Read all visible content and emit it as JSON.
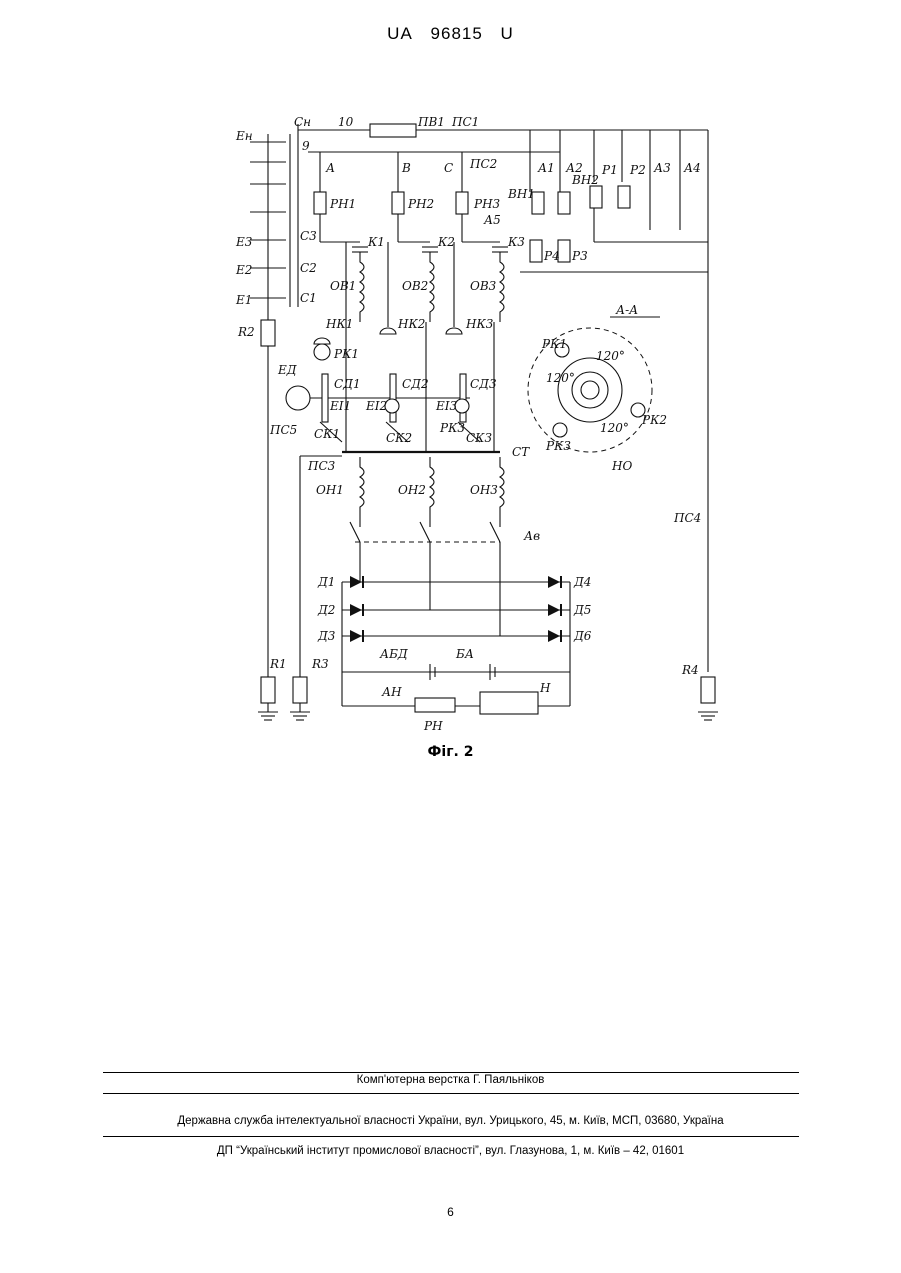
{
  "header": {
    "country": "UA",
    "number": "96815",
    "kind": "U"
  },
  "figure": {
    "caption": "Фіг. 2",
    "labels": {
      "EH": "Ен",
      "E3": "E3",
      "E2": "E2",
      "E1": "E1",
      "CH": "Сн",
      "C3": "C3",
      "C2": "C2",
      "C1": "C1",
      "n10": "10",
      "n9": "9",
      "PV1": "ПВ1",
      "PS1": "ПС1",
      "PS2": "ПС2",
      "PS3": "ПС3",
      "PS4": "ПС4",
      "PS5": "ПС5",
      "A": "А",
      "B": "В",
      "C": "С",
      "RN1": "РН1",
      "RN2": "РН2",
      "RN3": "РН3",
      "VN1": "ВН1",
      "VN2": "ВН2",
      "A1": "А1",
      "A2": "А2",
      "A3": "А3",
      "A4": "А4",
      "A5": "А5",
      "P1": "Р1",
      "P2": "Р2",
      "P3": "Р3",
      "P4": "Р4",
      "K1": "К1",
      "K2": "К2",
      "K3": "К3",
      "OV1": "ОВ1",
      "OV2": "ОВ2",
      "OV3": "ОВ3",
      "NK1": "НК1",
      "NK2": "НК2",
      "NK3": "НК3",
      "RK1": "РК1",
      "RK2": "РК2",
      "RK3": "РК3",
      "SK1": "СК1",
      "SK2": "СК2",
      "SK3": "СК3",
      "ED": "ЕД",
      "EI1": "ЕІ1",
      "EI2": "ЕІ2",
      "EI3": "ЕІ3",
      "SD1": "СД1",
      "SD2": "СД2",
      "SD3": "СД3",
      "ST": "СТ",
      "OH1": "ОН1",
      "OH2": "ОН2",
      "OH3": "ОН3",
      "Av": "Ав",
      "D1": "Д1",
      "D2": "Д2",
      "D3": "Д3",
      "D4": "Д4",
      "D5": "Д5",
      "D6": "Д6",
      "ABD": "АБД",
      "BA": "БА",
      "AN": "АН",
      "RN": "РН",
      "N": "Н",
      "R1": "R1",
      "R2": "R2",
      "R3": "R3",
      "R4": "R4",
      "AA": "А-А",
      "HO": "НО",
      "deg120a": "120°",
      "deg120b": "120°",
      "deg120c": "120°"
    }
  },
  "footer": {
    "layout": "Комп'ютерна верстка Г. Паяльніков",
    "office": "Державна служба інтелектуальної власності України, вул. Урицького, 45, м. Київ, МСП, 03680, Україна",
    "institute": "ДП “Український інститут промислової власності”, вул. Глазунова, 1, м. Київ – 42, 01601"
  },
  "page_number": "6"
}
